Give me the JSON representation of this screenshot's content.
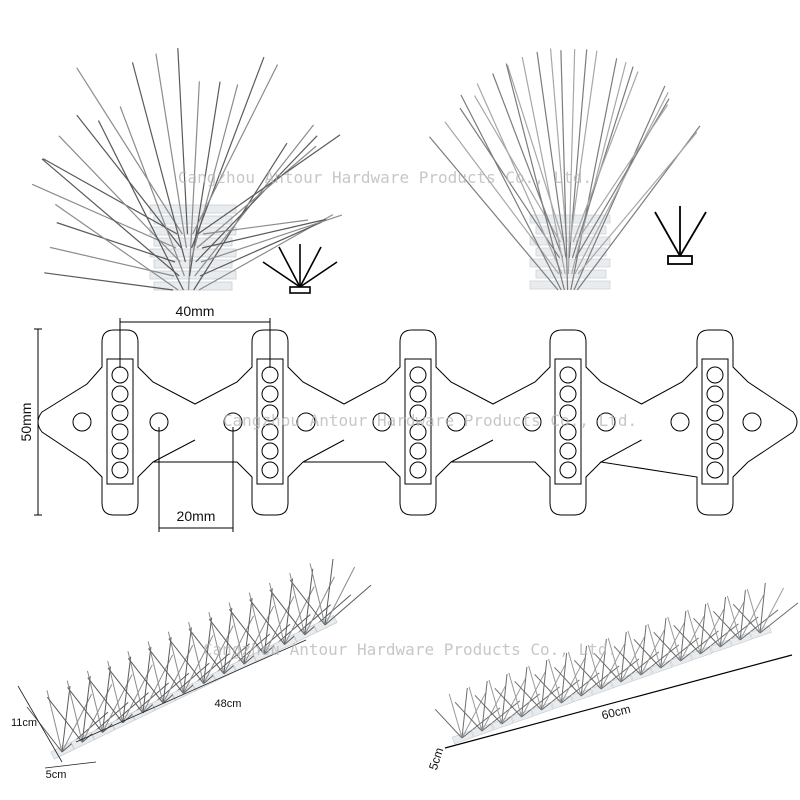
{
  "watermark": "Cangzhou Antour Hardware Products Co., Ltd.",
  "drawing": {
    "dim_40": "40mm",
    "dim_20": "20mm",
    "dim_50": "50mm"
  },
  "photo_left": {
    "dim_height": "11cm",
    "dim_length": "48cm",
    "dim_width": "5cm"
  },
  "photo_right": {
    "dim_length": "60cm",
    "dim_width": "5cm"
  },
  "colors": {
    "steel": "#8c8c8c",
    "steel_dark": "#5a5a5a",
    "base": "#e8ecef",
    "line": "#000000",
    "watermark": "#b5b5b5"
  }
}
